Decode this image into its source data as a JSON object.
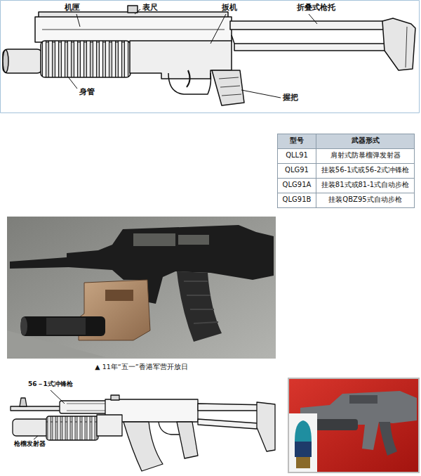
{
  "diagram": {
    "caption": "▲ 11年“五一”香港军营开放日",
    "labels": [
      "机匣",
      "表尺",
      "扳机",
      "折叠式枪托",
      "身管",
      "握把",
      "型号",
      "武器形式",
      "QLL91",
      "肩射式防暴榴弹发射器",
      "QLG91",
      "挂装56-1式或56-2式冲锋枪",
      "QLG91A",
      "挂装81式或81-1式自动步枪",
      "QLG91B",
      "挂装QBZ95式自动步枪",
      "56－1式冲锋枪",
      "枪榴发射器"
    ]
  }
}
